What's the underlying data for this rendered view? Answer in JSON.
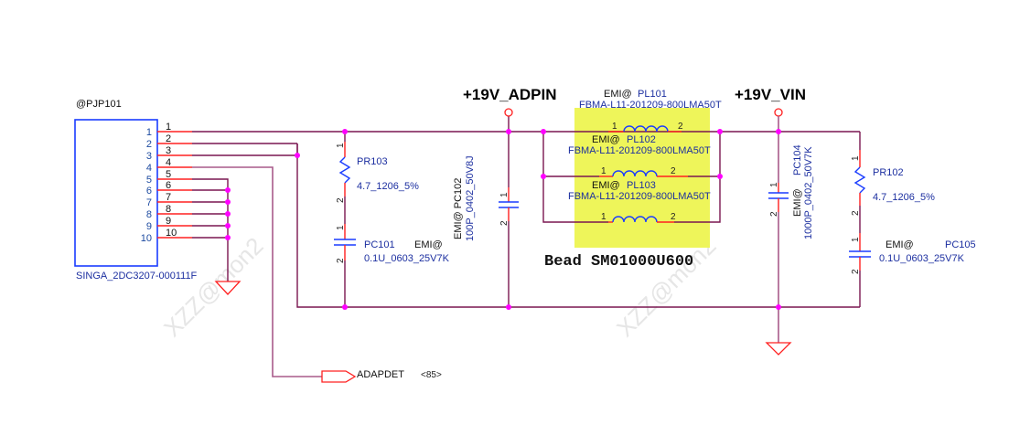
{
  "watermark": "XZZ@mon2",
  "connector": {
    "ref": "@PJP101",
    "part": "SINGA_2DC3207-000111F",
    "inner_pins": [
      "1",
      "2",
      "3",
      "4",
      "5",
      "6",
      "7",
      "8",
      "9",
      "10"
    ],
    "outer_pins": [
      "1",
      "2",
      "3",
      "4",
      "5",
      "6",
      "7",
      "8",
      "9",
      "10"
    ]
  },
  "rails": {
    "adpin": "+19V_ADPIN",
    "vin": "+19V_VIN"
  },
  "offpage": {
    "label": "ADAPDET",
    "ref": "<85>"
  },
  "components": {
    "pr103": {
      "ref": "PR103",
      "value": "4.7_1206_5%",
      "pin1": "1",
      "pin2": "2"
    },
    "pc101": {
      "ref": "PC101",
      "emi": "EMI@",
      "value": "0.1U_0603_25V7K",
      "pin1": "1",
      "pin2": "2"
    },
    "pc102": {
      "ref": "EMI@ PC102",
      "value": "100P_0402_50V8J",
      "pin1": "1",
      "pin2": "2"
    },
    "pl101": {
      "emi": "EMI@",
      "ref": "PL101",
      "value": "FBMA-L11-201209-800LMA50T",
      "pin1": "1",
      "pin2": "2"
    },
    "pl102": {
      "emi": "EMI@",
      "ref": "PL102",
      "value": "FBMA-L11-201209-800LMA50T",
      "pin1": "1",
      "pin2": "2"
    },
    "pl103": {
      "emi": "EMI@",
      "ref": "PL103",
      "value": "FBMA-L11-201209-800LMA50T",
      "pin1": "1",
      "pin2": "2"
    },
    "bead": {
      "label": "Bead SM01000U600"
    },
    "pc104": {
      "emi": "EMI@",
      "ref": "PC104",
      "value": "1000P_0402_50V7K",
      "pin1": "1",
      "pin2": "2"
    },
    "pr102": {
      "ref": "PR102",
      "value": "4.7_1206_5%",
      "pin1": "1",
      "pin2": "2"
    },
    "pc105": {
      "emi": "EMI@",
      "ref": "PC105",
      "value": "0.1U_0603_25V7K",
      "pin1": "1",
      "pin2": "2"
    }
  },
  "colors": {
    "wire": "#7a1650",
    "pin": "#ff2020",
    "component": "#1a3cff",
    "junction": "#ff00ff",
    "highlight": "#eef55a"
  }
}
